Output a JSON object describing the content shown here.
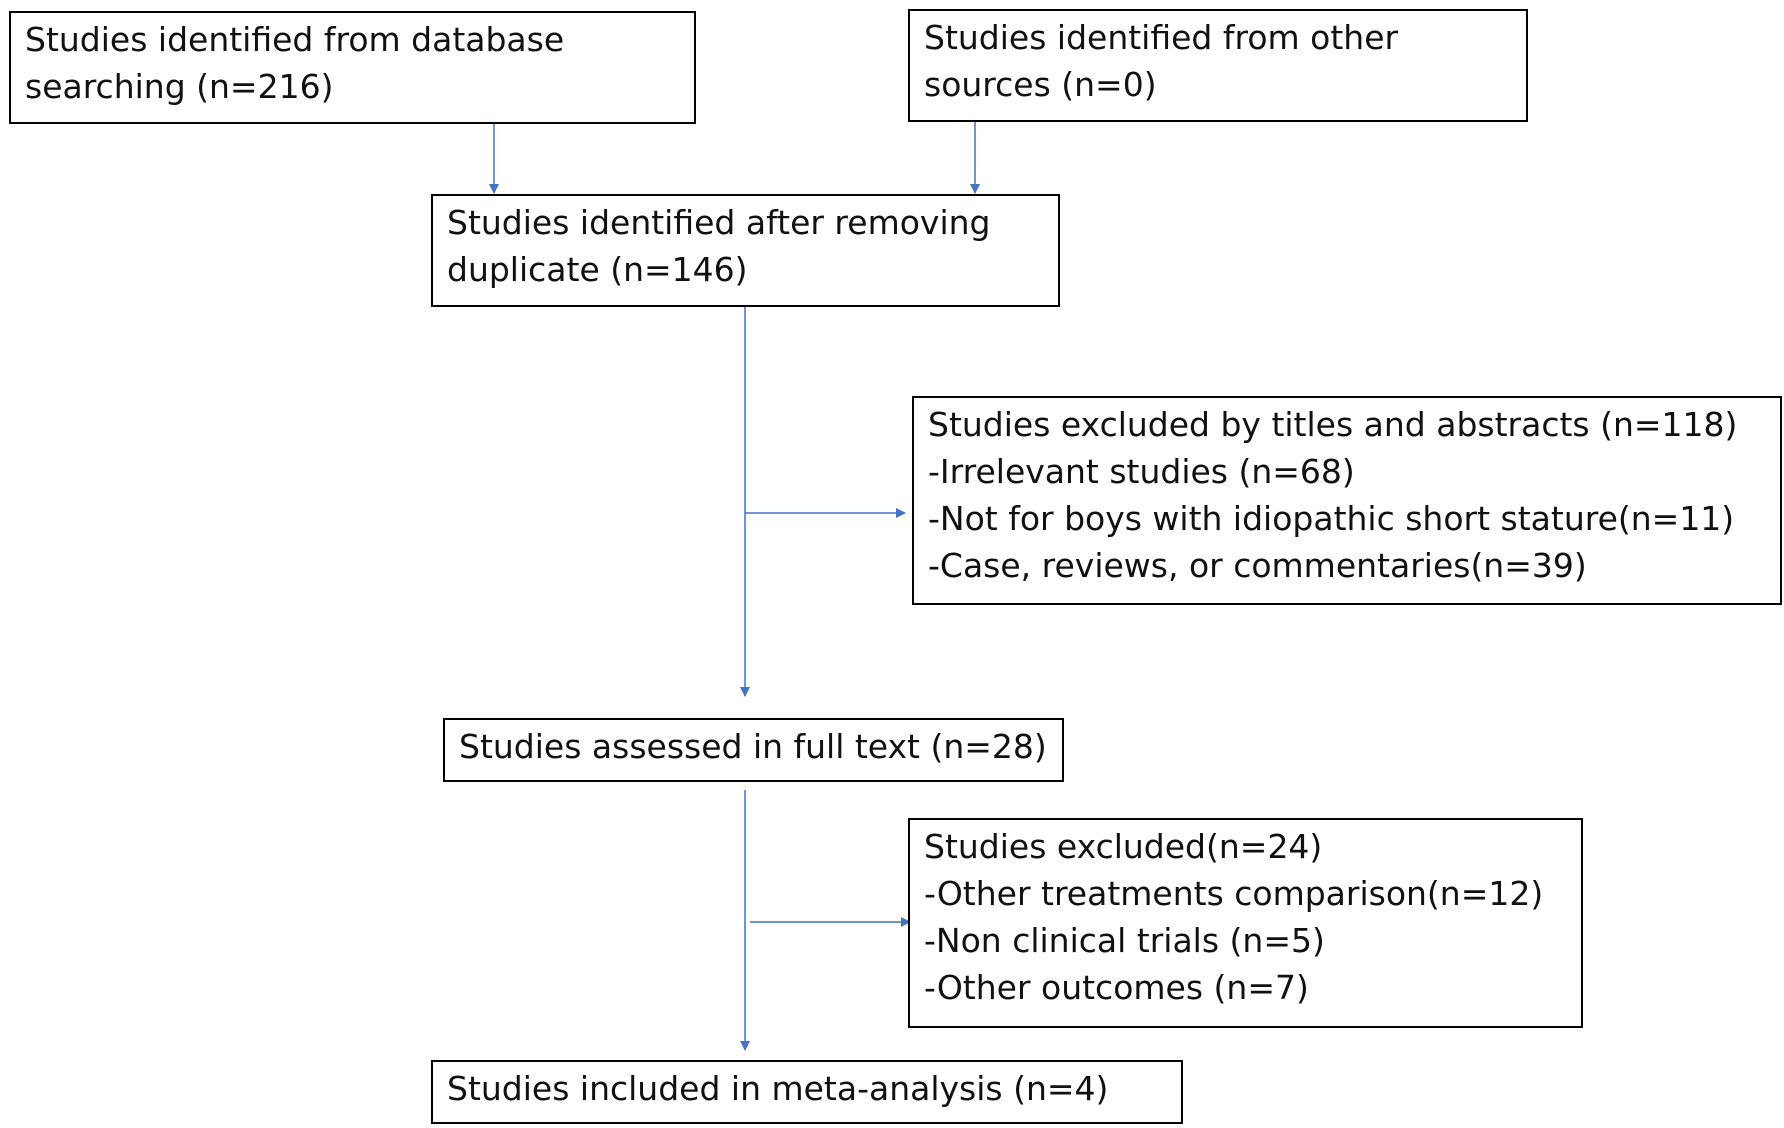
{
  "boxes": {
    "database": {
      "lines": [
        "Studies identified from database",
        "searching (n=216)"
      ]
    },
    "other": {
      "lines": [
        "Studies identified from other",
        "sources (n=0)"
      ]
    },
    "dedup": {
      "lines": [
        "Studies identified after removing",
        "duplicate (n=146)"
      ]
    },
    "excluded_titles": {
      "lines": [
        "Studies excluded by titles and abstracts (n=118)",
        "-Irrelevant studies (n=68)",
        "-Not for boys with idiopathic short stature(n=11)",
        "-Case, reviews, or commentaries(n=39)"
      ]
    },
    "fulltext": {
      "lines": [
        "Studies assessed in full text (n=28)"
      ]
    },
    "excluded_fulltext": {
      "lines": [
        "Studies excluded(n=24)",
        "-Other treatments comparison(n=12)",
        "-Non clinical trials (n=5)",
        "-Other outcomes (n=7)"
      ]
    },
    "included": {
      "lines": [
        "Studies included in meta-analysis (n=4)"
      ]
    }
  },
  "colors": {
    "arrow": "#4472C4",
    "border": "#000000"
  }
}
